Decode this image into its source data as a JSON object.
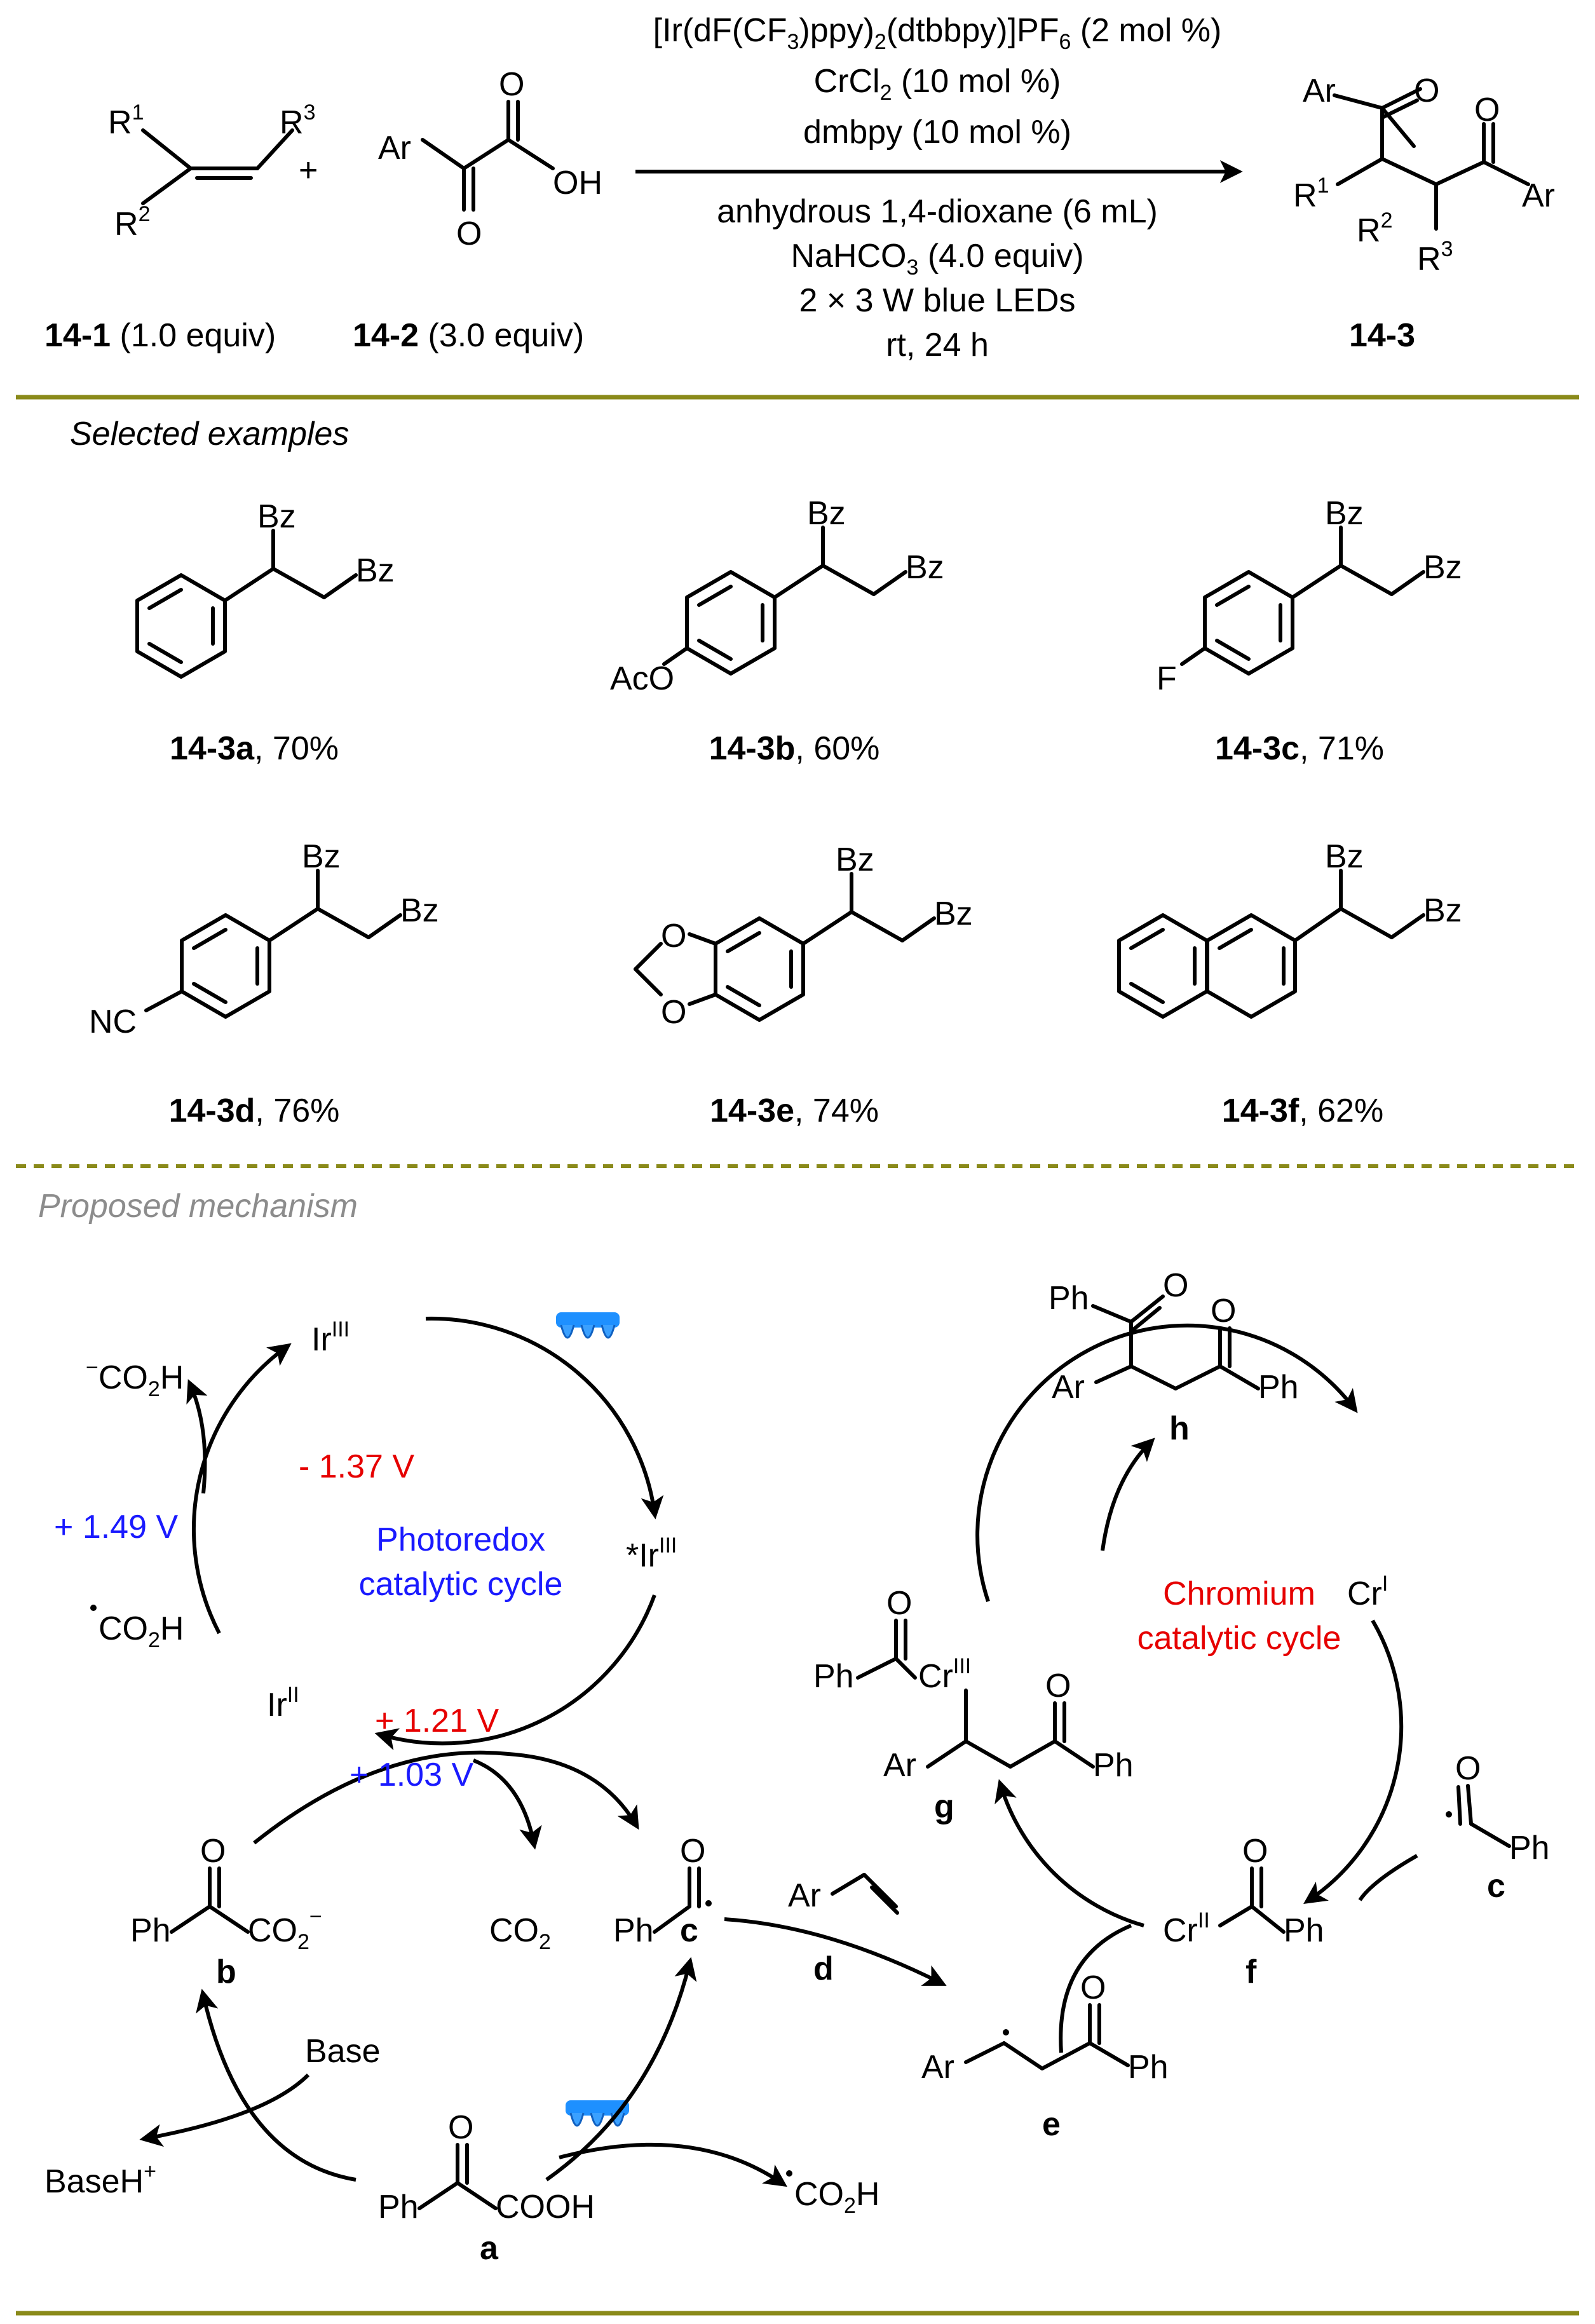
{
  "colors": {
    "divider": "#8a8a1a",
    "red": "#e60000",
    "blue": "#1a1aff",
    "gray": "#8c8c8c"
  },
  "scheme": {
    "conditions": {
      "catalyst_main": "[Ir(dF(CF",
      "catalyst_sub1": "3",
      "catalyst_mid": ")ppy)",
      "catalyst_sub2": "2",
      "catalyst_end": "(dtbbpy)]PF",
      "catalyst_sub3": "6",
      "catalyst_tail": " (2 mol %)",
      "cr_main": "CrCl",
      "cr_sub": "2",
      "cr_tail": " (10 mol %)",
      "ligand": "dmbpy (10 mol %)",
      "solvent": "anhydrous 1,4-dioxane (6 mL)",
      "base_main": "NaHCO",
      "base_sub": "3",
      "base_tail": " (4.0 equiv)",
      "light": "2 × 3 W blue LEDs",
      "temp_time": "rt, 24 h"
    },
    "reactant1": {
      "id": "14-1",
      "equiv": " (1.0 equiv)",
      "r1": "R",
      "r1_sup": "1",
      "r2": "R",
      "r2_sup": "2",
      "r3": "R",
      "r3_sup": "3"
    },
    "plus": "+",
    "reactant2": {
      "id": "14-2",
      "equiv": " (3.0 equiv)",
      "ar": "Ar",
      "o_top": "O",
      "o_bottom": "O",
      "oh": "OH"
    },
    "product": {
      "id": "14-3",
      "ar1": "Ar",
      "o1": "O",
      "o2": "O",
      "ar2": "Ar",
      "r1": "R",
      "r1_sup": "1",
      "r2": "R",
      "r2_sup": "2",
      "r3": "R",
      "r3_sup": "3"
    }
  },
  "examples": {
    "heading": "Selected examples",
    "items": [
      {
        "id": "14-3a",
        "yield": ", 70%",
        "substituent": ""
      },
      {
        "id": "14-3b",
        "yield": ", 60%",
        "substituent": "AcO"
      },
      {
        "id": "14-3c",
        "yield": ", 71%",
        "substituent": "F"
      },
      {
        "id": "14-3d",
        "yield": ", 76%",
        "substituent": "NC"
      },
      {
        "id": "14-3e",
        "yield": ", 74%",
        "substituent": "O"
      },
      {
        "id": "14-3f",
        "yield": ", 62%",
        "substituent": ""
      }
    ],
    "bz": "Bz"
  },
  "mechanism": {
    "heading": "Proposed mechanism",
    "photoredox_title_1": "Photoredox",
    "photoredox_title_2": "catalytic cycle",
    "chromium_title_1": "Chromium",
    "chromium_title_2": "catalytic cycle",
    "potentials": {
      "ir_reduction": "- 1.37 V",
      "co2h_reduction": "+ 1.49 V",
      "ir_oxidation": "+ 1.21 V",
      "substrate_oxidation": "+ 1.03 V"
    },
    "species": {
      "ir3": "Ir",
      "ir3_sup": "III",
      "ir3_excited": "*Ir",
      "ir3_excited_sup": "III",
      "ir2": "Ir",
      "ir2_sup": "II",
      "co2h_anion": "CO",
      "co2h_anion_sub": "2",
      "co2h_anion_tail": "H",
      "co2h_minus": "−",
      "co2h_radical": "CO",
      "co2h_radical_sub": "2",
      "co2h_radical_tail": "H",
      "co2": "CO",
      "co2_sub": "2",
      "cr1": "Cr",
      "cr1_sup": "I",
      "cr2": "Cr",
      "cr2_sup": "II",
      "cr3": "Cr",
      "cr3_sup": "III",
      "ph": "Ph",
      "ar": "Ar",
      "o": "O",
      "carboxylate": "CO",
      "carboxylate_sub": "2",
      "carboxylate_sup": "−",
      "cooh": "COOH",
      "base": "Base",
      "base_h": "BaseH",
      "base_h_sup": "+"
    },
    "labels": {
      "a": "a",
      "b": "b",
      "c": "c",
      "d": "d",
      "e": "e",
      "f": "f",
      "g": "g",
      "h": "h"
    }
  }
}
